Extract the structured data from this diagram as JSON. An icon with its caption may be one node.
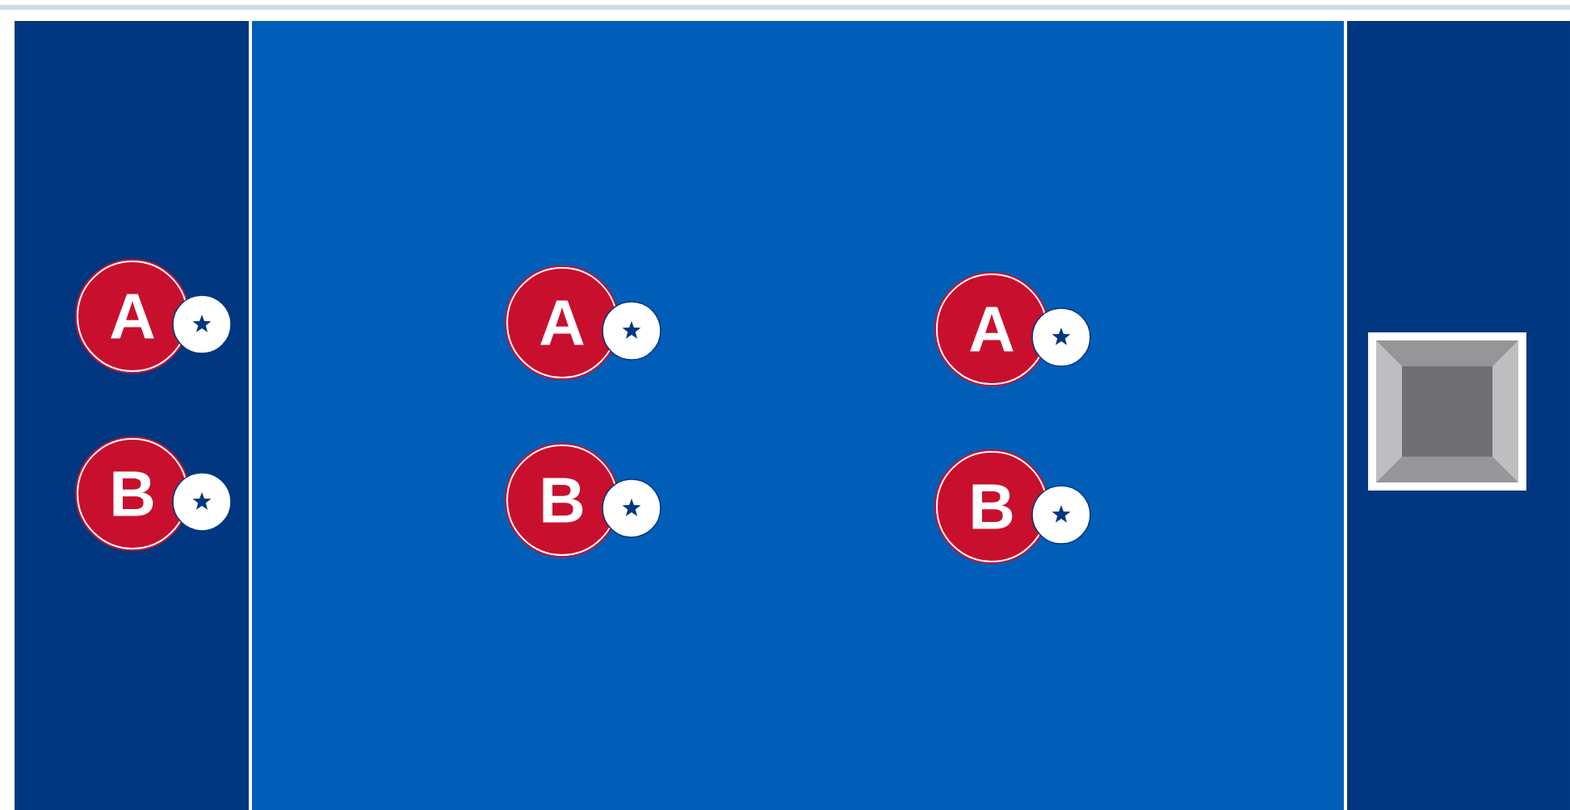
{
  "diagram": {
    "nodes": [
      {
        "text": [
          "A"
        ]
      },
      {
        "text": [
          "B"
        ]
      },
      {
        "text": [
          "A"
        ]
      },
      {
        "text": [
          "B"
        ]
      },
      {
        "text": [
          "A"
        ]
      },
      {
        "text": [
          "B"
        ]
      }
    ]
  }
}
